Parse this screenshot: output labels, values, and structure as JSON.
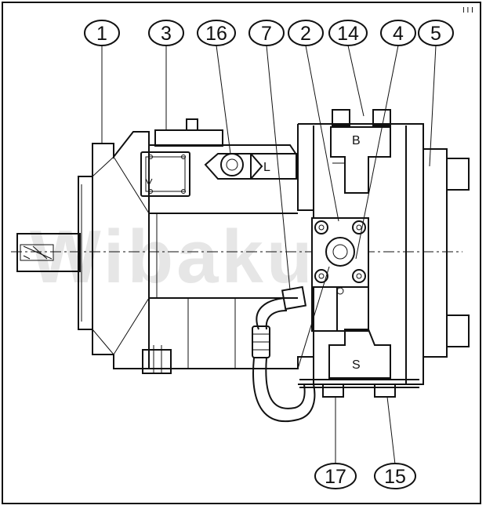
{
  "watermark": "Wibaku",
  "corner_marks": "I I I",
  "ports": {
    "b": "B",
    "s": "S",
    "l": "L"
  },
  "callouts": [
    {
      "id": "c1",
      "label": "1"
    },
    {
      "id": "c3",
      "label": "3"
    },
    {
      "id": "c16",
      "label": "16"
    },
    {
      "id": "c7",
      "label": "7"
    },
    {
      "id": "c2",
      "label": "2"
    },
    {
      "id": "c14",
      "label": "14"
    },
    {
      "id": "c4",
      "label": "4"
    },
    {
      "id": "c5",
      "label": "5"
    },
    {
      "id": "c17",
      "label": "17"
    },
    {
      "id": "c15",
      "label": "15"
    }
  ]
}
